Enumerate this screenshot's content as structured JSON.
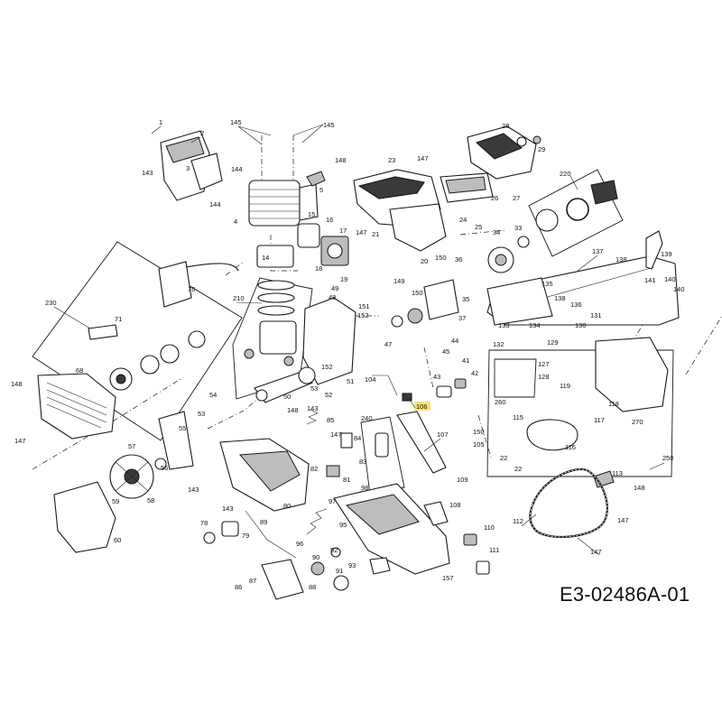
{
  "document_code": "E3-02486A-01",
  "highlight_color": "#f5e27a",
  "highlighted_callout": "106",
  "callouts": [
    {
      "id": "c1",
      "text": "1"
    },
    {
      "id": "c2",
      "text": "2"
    },
    {
      "id": "c143a",
      "text": "143"
    },
    {
      "id": "c144a",
      "text": "144"
    },
    {
      "id": "c144b",
      "text": "144"
    },
    {
      "id": "c3",
      "text": "3"
    },
    {
      "id": "c145a",
      "text": "145"
    },
    {
      "id": "c145b",
      "text": "145"
    },
    {
      "id": "c4",
      "text": "4"
    },
    {
      "id": "c5",
      "text": "5"
    },
    {
      "id": "c15",
      "text": "15"
    },
    {
      "id": "c16",
      "text": "16"
    },
    {
      "id": "c17",
      "text": "17"
    },
    {
      "id": "c18",
      "text": "18"
    },
    {
      "id": "c19",
      "text": "19"
    },
    {
      "id": "c14",
      "text": "14"
    },
    {
      "id": "c148a",
      "text": "148"
    },
    {
      "id": "c23",
      "text": "23"
    },
    {
      "id": "c147a",
      "text": "147"
    },
    {
      "id": "c21",
      "text": "21"
    },
    {
      "id": "c147b",
      "text": "147"
    },
    {
      "id": "c20",
      "text": "20"
    },
    {
      "id": "c26",
      "text": "26"
    },
    {
      "id": "c24",
      "text": "24"
    },
    {
      "id": "c25",
      "text": "25"
    },
    {
      "id": "c28",
      "text": "28"
    },
    {
      "id": "c29",
      "text": "29"
    },
    {
      "id": "c27",
      "text": "27"
    },
    {
      "id": "c33",
      "text": "33"
    },
    {
      "id": "c34",
      "text": "34"
    },
    {
      "id": "c220",
      "text": "220"
    },
    {
      "id": "c139",
      "text": "139"
    },
    {
      "id": "c137",
      "text": "137"
    },
    {
      "id": "c138a",
      "text": "138"
    },
    {
      "id": "c141",
      "text": "141"
    },
    {
      "id": "c140a",
      "text": "140"
    },
    {
      "id": "c140b",
      "text": "140"
    },
    {
      "id": "c230",
      "text": "230"
    },
    {
      "id": "c71",
      "text": "71"
    },
    {
      "id": "c76",
      "text": "76"
    },
    {
      "id": "c210",
      "text": "210"
    },
    {
      "id": "c148b",
      "text": "148"
    },
    {
      "id": "c68",
      "text": "68"
    },
    {
      "id": "c147c",
      "text": "147"
    },
    {
      "id": "c49",
      "text": "49"
    },
    {
      "id": "c48",
      "text": "48"
    },
    {
      "id": "c149",
      "text": "149"
    },
    {
      "id": "c151",
      "text": "151"
    },
    {
      "id": "c152a",
      "text": "152"
    },
    {
      "id": "c150a",
      "text": "150"
    },
    {
      "id": "c150b",
      "text": "150"
    },
    {
      "id": "c36",
      "text": "36"
    },
    {
      "id": "c35",
      "text": "35"
    },
    {
      "id": "c135",
      "text": "135"
    },
    {
      "id": "c138b",
      "text": "138"
    },
    {
      "id": "c136",
      "text": "136"
    },
    {
      "id": "c131",
      "text": "131"
    },
    {
      "id": "c130",
      "text": "130"
    },
    {
      "id": "c133",
      "text": "133"
    },
    {
      "id": "c134",
      "text": "134"
    },
    {
      "id": "c132",
      "text": "132"
    },
    {
      "id": "c129",
      "text": "129"
    },
    {
      "id": "c127",
      "text": "127"
    },
    {
      "id": "c128",
      "text": "128"
    },
    {
      "id": "c119",
      "text": "119"
    },
    {
      "id": "c118",
      "text": "118"
    },
    {
      "id": "c260",
      "text": "260"
    },
    {
      "id": "c115",
      "text": "115"
    },
    {
      "id": "c117",
      "text": "117"
    },
    {
      "id": "c270",
      "text": "270"
    },
    {
      "id": "c250",
      "text": "250"
    },
    {
      "id": "c116",
      "text": "116"
    },
    {
      "id": "c150c",
      "text": "150"
    },
    {
      "id": "c22a",
      "text": "22"
    },
    {
      "id": "c22b",
      "text": "22"
    },
    {
      "id": "c47",
      "text": "47"
    },
    {
      "id": "c37",
      "text": "37"
    },
    {
      "id": "c44",
      "text": "44"
    },
    {
      "id": "c45",
      "text": "45"
    },
    {
      "id": "c41",
      "text": "41"
    },
    {
      "id": "c43",
      "text": "43"
    },
    {
      "id": "c42",
      "text": "42"
    },
    {
      "id": "c106",
      "text": "106"
    },
    {
      "id": "c104",
      "text": "104"
    },
    {
      "id": "c51",
      "text": "51"
    },
    {
      "id": "c152b",
      "text": "152"
    },
    {
      "id": "c52",
      "text": "52"
    },
    {
      "id": "c53",
      "text": "53"
    },
    {
      "id": "c50",
      "text": "50"
    },
    {
      "id": "c54",
      "text": "54"
    },
    {
      "id": "c53b",
      "text": "53"
    },
    {
      "id": "c55",
      "text": "55"
    },
    {
      "id": "c57",
      "text": "57"
    },
    {
      "id": "c56",
      "text": "56"
    },
    {
      "id": "c58",
      "text": "58"
    },
    {
      "id": "c59",
      "text": "59"
    },
    {
      "id": "c60",
      "text": "60"
    },
    {
      "id": "c148c",
      "text": "148"
    },
    {
      "id": "c143b",
      "text": "143"
    },
    {
      "id": "c85",
      "text": "85"
    },
    {
      "id": "c147d",
      "text": "147"
    },
    {
      "id": "c84",
      "text": "84"
    },
    {
      "id": "c83",
      "text": "83"
    },
    {
      "id": "c82",
      "text": "82"
    },
    {
      "id": "c81",
      "text": "81"
    },
    {
      "id": "c80",
      "text": "80"
    },
    {
      "id": "c240",
      "text": "240"
    },
    {
      "id": "c107",
      "text": "107"
    },
    {
      "id": "c105",
      "text": "105"
    },
    {
      "id": "c109",
      "text": "109"
    },
    {
      "id": "c98",
      "text": "98"
    },
    {
      "id": "c97",
      "text": "97"
    },
    {
      "id": "c108",
      "text": "108"
    },
    {
      "id": "c143c",
      "text": "143"
    },
    {
      "id": "c143d",
      "text": "143"
    },
    {
      "id": "c89",
      "text": "89"
    },
    {
      "id": "c78",
      "text": "78"
    },
    {
      "id": "c79",
      "text": "79"
    },
    {
      "id": "c96",
      "text": "96"
    },
    {
      "id": "c95",
      "text": "95"
    },
    {
      "id": "c92",
      "text": "92"
    },
    {
      "id": "c90",
      "text": "90"
    },
    {
      "id": "c91",
      "text": "91"
    },
    {
      "id": "c93",
      "text": "93"
    },
    {
      "id": "c87",
      "text": "87"
    },
    {
      "id": "c88",
      "text": "88"
    },
    {
      "id": "c86",
      "text": "86"
    },
    {
      "id": "c110",
      "text": "110"
    },
    {
      "id": "c111",
      "text": "111"
    },
    {
      "id": "c157",
      "text": "157"
    },
    {
      "id": "c113",
      "text": "113"
    },
    {
      "id": "c148d",
      "text": "148"
    },
    {
      "id": "c147e",
      "text": "147"
    },
    {
      "id": "c112",
      "text": "112"
    },
    {
      "id": "c147f",
      "text": "147"
    }
  ]
}
